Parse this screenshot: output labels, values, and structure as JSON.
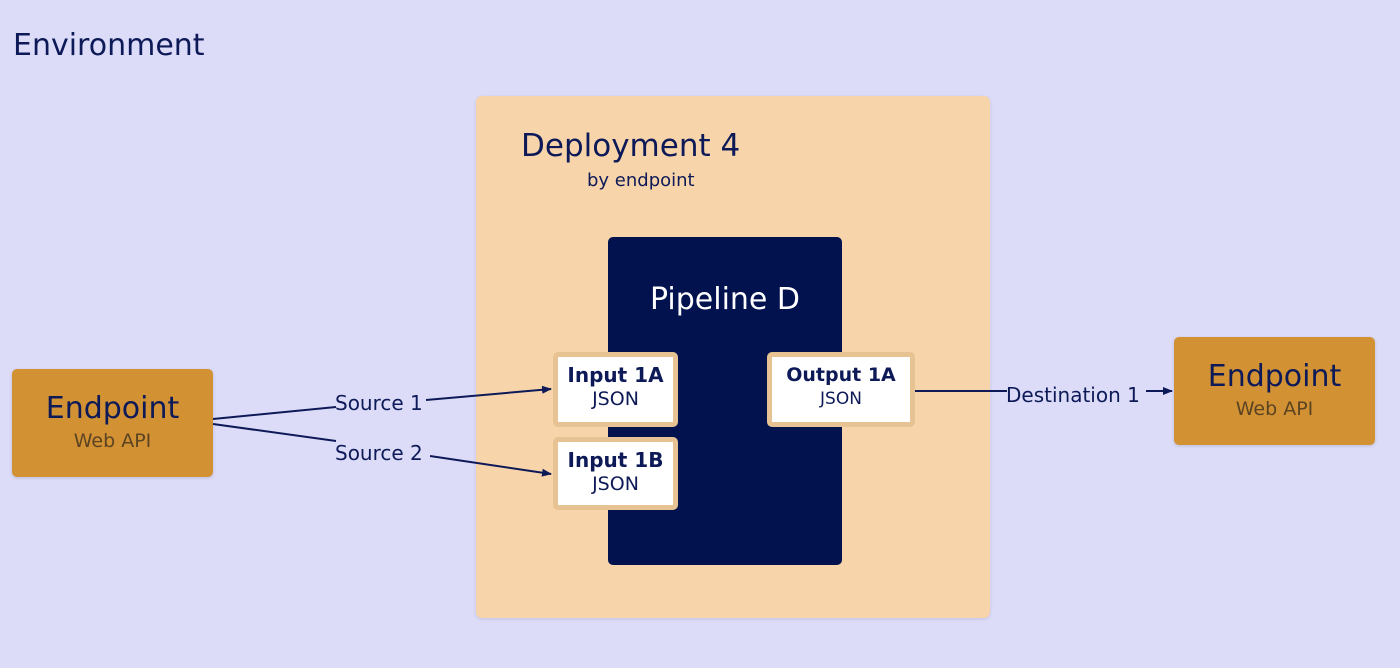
{
  "environment": {
    "title": "Environment"
  },
  "deployment": {
    "title": "Deployment 4",
    "subtitle": "by endpoint"
  },
  "pipeline": {
    "title": "Pipeline D",
    "inputs": [
      {
        "name": "Input 1A",
        "format": "JSON"
      },
      {
        "name": "Input 1B",
        "format": "JSON"
      }
    ],
    "outputs": [
      {
        "name": "Output 1A",
        "format": "JSON"
      }
    ]
  },
  "endpoints": {
    "source": {
      "name": "Endpoint",
      "type": "Web API"
    },
    "destination": {
      "name": "Endpoint",
      "type": "Web API"
    }
  },
  "edges": {
    "source_1": "Source 1",
    "source_2": "Source 2",
    "destination_1": "Destination 1"
  },
  "colors": {
    "background": "#dcdcf9",
    "deployment": "#f8d4ab",
    "pipeline": "#02124f",
    "endpoint": "#d29234",
    "text": "#0d1a57"
  }
}
